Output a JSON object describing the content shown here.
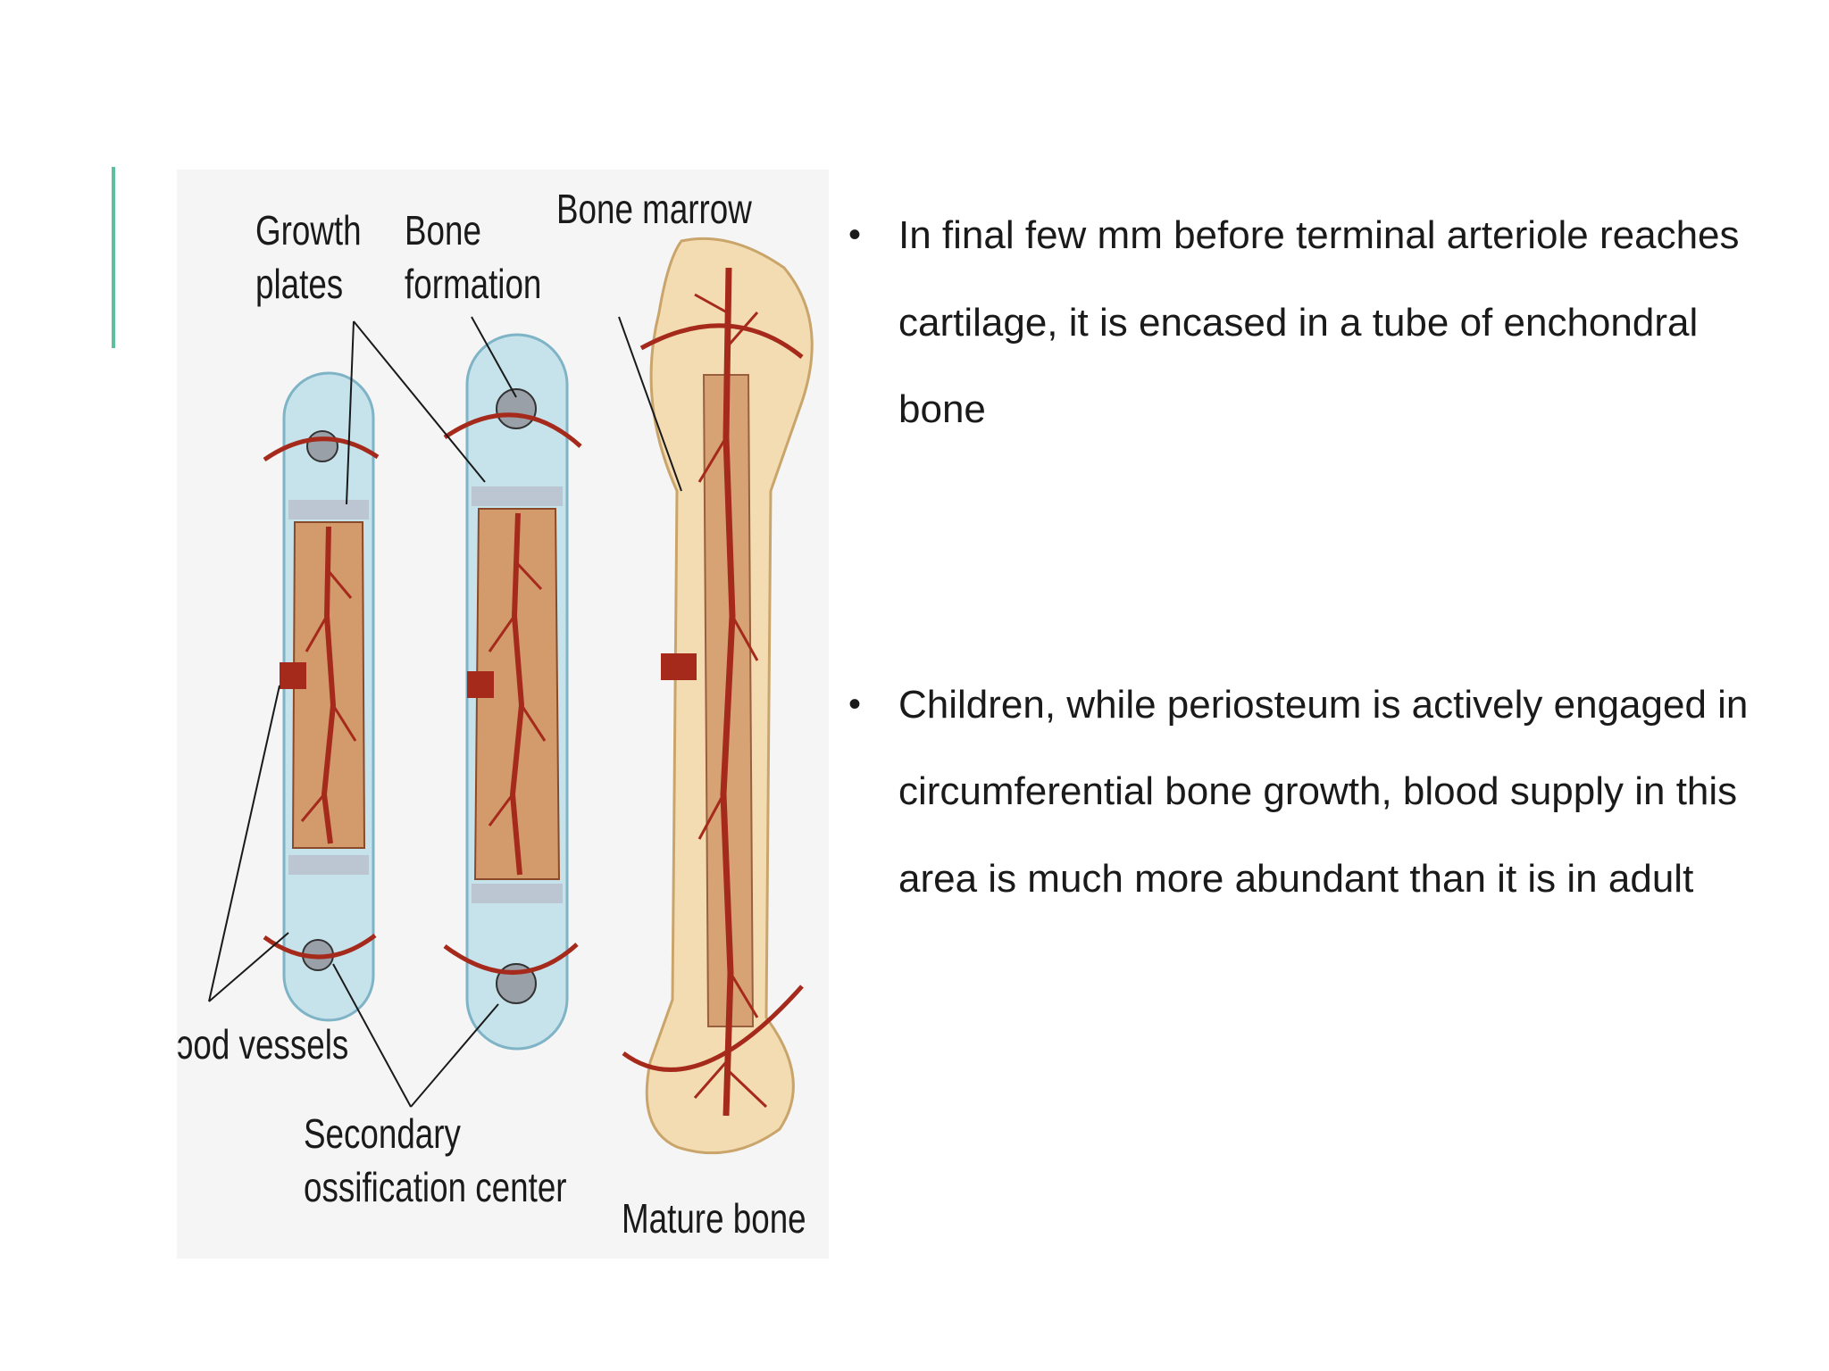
{
  "figure": {
    "labels": {
      "growth_plates": [
        "Growth",
        "plates"
      ],
      "bone_formation": [
        "Bone",
        "formation"
      ],
      "bone_marrow": "Bone marrow",
      "blood_vessels": "ɔod vessels",
      "secondary_ossification": [
        "Secondary",
        "ossification center"
      ],
      "mature_bone": "Mature bone"
    },
    "colors": {
      "cartilage": "#c6e3ec",
      "marrow": "#d39a6b",
      "bone": "#f3dcb1",
      "vessel": "#a52a1c"
    }
  },
  "bullets": [
    {
      "text": "In final few mm before terminal arteriole reaches cartilage, it is encased in a tube of enchondral bone"
    },
    {
      "text": "Children, while periosteum is actively engaged in circumferential bone growth, blood supply in this area is much more abundant than it is in adult"
    }
  ]
}
